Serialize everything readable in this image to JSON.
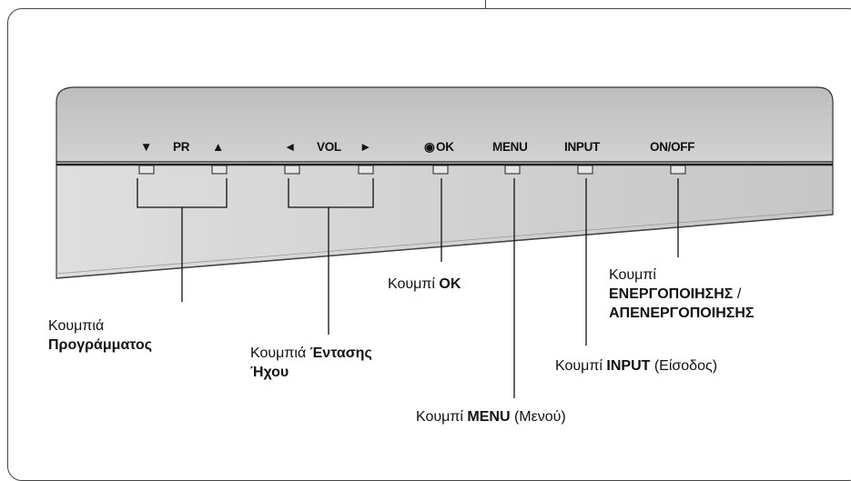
{
  "controls": {
    "pr_down": "▼",
    "pr_label": "PR",
    "pr_up": "▲",
    "vol_left": "◄",
    "vol_label": "VOL",
    "vol_right": "►",
    "ok_symbol": "◉",
    "ok_label": "OK",
    "menu_label": "MENU",
    "input_label": "INPUT",
    "onoff_label": "ON/OFF"
  },
  "annotations": {
    "ok": {
      "prefix": "Κουμπί",
      "bold": "OK"
    },
    "onoff": {
      "prefix": "Κουμπί",
      "bold1": "ΕΝΕΡΓΟΠΟΙΗΣΗΣ",
      "sep": "/",
      "bold2": "ΑΠΕΝΕΡΓΟΠΟΙΗΣΗΣ"
    },
    "program": {
      "prefix": "Κουμπιά",
      "bold": "Προγράμματος"
    },
    "volume": {
      "prefix": "Κουμπιά",
      "bold1": "Έντασης",
      "bold2": "Ήχου"
    },
    "input": {
      "prefix": "Κουμπί",
      "bold": "INPUT",
      "suffix": "(Είσοδος)"
    },
    "menu": {
      "prefix": "Κουμπί",
      "bold": "MENU",
      "suffix": "(Μενού)"
    }
  },
  "colors": {
    "panel_top": "#c8c8c8",
    "panel_bottom": "#d9d9d9",
    "line": "#222222"
  }
}
